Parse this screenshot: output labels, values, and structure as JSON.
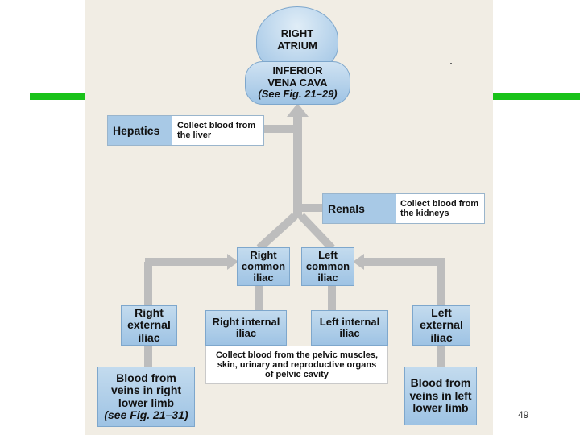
{
  "right_atrium": {
    "line1": "RIGHT",
    "line2": "ATRIUM"
  },
  "inferior_vena_cava": {
    "line1": "INFERIOR",
    "line2": "VENA CAVA",
    "line3": "(See Fig. 21–29)"
  },
  "hepatics": {
    "label": "Hepatics",
    "desc_line1": "Collect blood from",
    "desc_line2": "the liver"
  },
  "renals": {
    "label": "Renals",
    "desc_line1": "Collect blood from",
    "desc_line2": "the kidneys"
  },
  "right_common_iliac": {
    "line1": "Right",
    "line2": "common",
    "line3": "iliac"
  },
  "left_common_iliac": {
    "line1": "Left",
    "line2": "common",
    "line3": "iliac"
  },
  "right_internal_iliac": {
    "line1": "Right internal",
    "line2": "iliac"
  },
  "left_internal_iliac": {
    "line1": "Left internal",
    "line2": "iliac"
  },
  "internal_iliac_note": {
    "line1": "Collect blood from the pelvic muscles,",
    "line2": "skin, urinary and reproductive organs",
    "line3": "of pelvic cavity"
  },
  "right_external_iliac": {
    "line1": "Right",
    "line2": "external",
    "line3": "iliac"
  },
  "left_external_iliac": {
    "line1": "Left",
    "line2": "external",
    "line3": "iliac"
  },
  "right_lower_limb": {
    "line1": "Blood from",
    "line2": "veins in right",
    "line3": "lower limb",
    "line4": "(see Fig. 21–31)"
  },
  "left_lower_limb": {
    "line1": "Blood from",
    "line2": "veins in left",
    "line3": "lower limb"
  },
  "page_number": "49",
  "colors": {
    "accent_green": "#19c219",
    "box_blue": "#a8c9e6",
    "arrow_gray": "#bdbdbd"
  }
}
